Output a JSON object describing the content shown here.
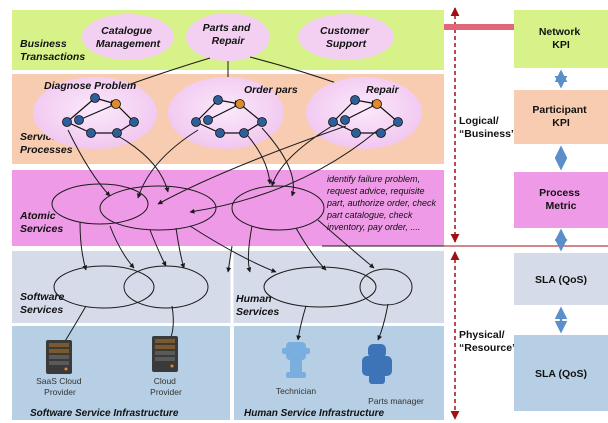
{
  "layers": {
    "business": {
      "label_line1": "Business",
      "label_line2": "Transactions"
    },
    "service": {
      "label_line1": "Service",
      "label_line2": "Processes"
    },
    "atomic": {
      "label_line1": "Atomic",
      "label_line2": "Services"
    },
    "software": {
      "label_line1": "Software",
      "label_line2": "Services"
    },
    "human": {
      "label_line1": "Human",
      "label_line2": "Services"
    }
  },
  "business_transactions": [
    {
      "line1": "Catalogue",
      "line2": "Management"
    },
    {
      "line1": "Parts and",
      "line2": "Repair"
    },
    {
      "line1": "Customer",
      "line2": "Support"
    }
  ],
  "service_processes": [
    "Diagnose Problem",
    "Order pars",
    "Repair"
  ],
  "atomic_note": [
    "identify failure problem,",
    "request advice, requisite",
    "part, authorize order, check",
    "part catalogue, check",
    "inventory, pay order, ...."
  ],
  "infrastructure": {
    "software_title": "Software Service Infrastructure",
    "human_title": "Human Service Infrastructure",
    "servers": [
      {
        "line1": "SaaS Cloud",
        "line2": "Provider"
      },
      {
        "line1": "Cloud",
        "line2": "Provider"
      }
    ],
    "people": [
      "Technician",
      "Parts manager"
    ]
  },
  "divider": {
    "logical_line1": "Logical/",
    "logical_line2": "“Business’",
    "physical_line1": "Physical/",
    "physical_line2": "“Resource’"
  },
  "kpi_column": [
    {
      "line1": "Network",
      "line2": "KPI"
    },
    {
      "line1": "Participant",
      "line2": "KPI"
    },
    {
      "line1": "Process",
      "line2": "Metric"
    },
    {
      "line1": "SLA (QoS)",
      "line2": ""
    },
    {
      "line1": "SLA (QoS)",
      "line2": ""
    }
  ],
  "colors": {
    "business_band": "#d8f28a",
    "service_band": "#f7ccb0",
    "atomic_band": "#ee9ae6",
    "software_band": "#d5dbe8",
    "infra_band": "#b7cfe4",
    "node": "#2f5f9a",
    "node_highlight": "#e08a2c",
    "divider_arrow": "#a01010",
    "link_bar": "#e0667a"
  }
}
